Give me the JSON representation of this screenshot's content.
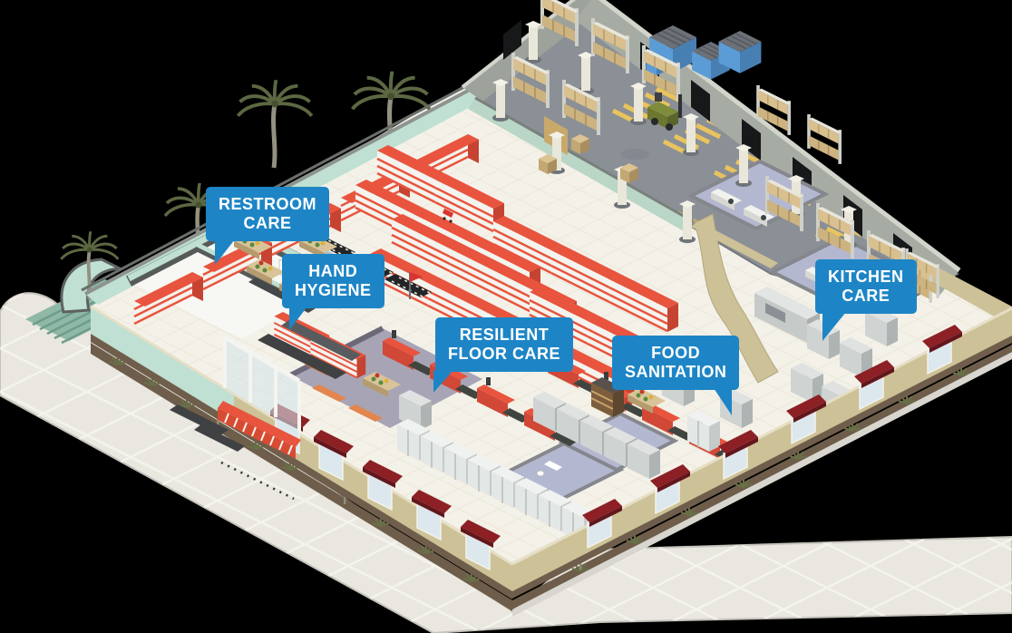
{
  "scene": {
    "name": "Grocery Store Facility Isometric Map",
    "background_color": "#000000",
    "palette": {
      "callout_blue": "#1d85c6",
      "shelf_red": "#e8543e",
      "warehouse_gray": "#8b8f96",
      "wall_mint": "#bfe0d2",
      "wall_tan": "#cdc197",
      "awning_red": "#8c2025",
      "sidewalk": "#e9e7df",
      "floor_cream": "#f4f1e8",
      "office_lavender": "#b3b8d0",
      "machine_blue": "#5b9cd6"
    }
  },
  "callouts": [
    {
      "id": "restroom-care",
      "line1": "RESTROOM",
      "line2": "CARE"
    },
    {
      "id": "hand-hygiene",
      "line1": "HAND",
      "line2": "HYGIENE"
    },
    {
      "id": "resilient-floor-care",
      "line1": "RESILIENT",
      "line2": "FLOOR CARE"
    },
    {
      "id": "food-sanitation",
      "line1": "FOOD",
      "line2": "SANITATION"
    },
    {
      "id": "kitchen-care",
      "line1": "KITCHEN",
      "line2": "CARE"
    }
  ]
}
